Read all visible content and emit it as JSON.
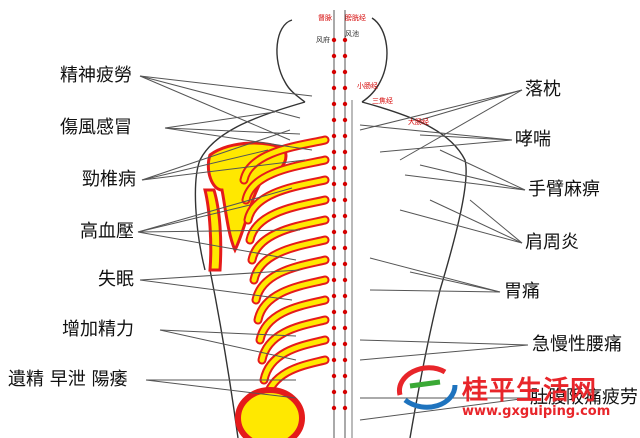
{
  "figure": {
    "left_labels": [
      "精神疲勞",
      "傷風感冒",
      "勁椎病",
      "高血壓",
      "失眠",
      "增加精力",
      "遺精 早泄 陽痿"
    ],
    "right_labels": [
      "落枕",
      "哮喘",
      "手臂麻痹",
      "肩周炎",
      "胃痛",
      "急慢性腰痛",
      "肚腹阪痛疲劳"
    ],
    "spine_top_labels": [
      "督脉",
      "膀胱经",
      "风府",
      "风池"
    ],
    "red_labels": [
      "小肠经",
      "三焦经",
      "大肠经"
    ],
    "colors": {
      "bone_fill": "#ffe800",
      "bone_edge": "#e51b1b",
      "line": "#555555",
      "acupoint": "#d40000",
      "watermark": "#e8252a"
    }
  },
  "watermark": {
    "text": "桂平生活网",
    "url": "www.gxguiping.com",
    "logo": "gxguiping-logo"
  }
}
